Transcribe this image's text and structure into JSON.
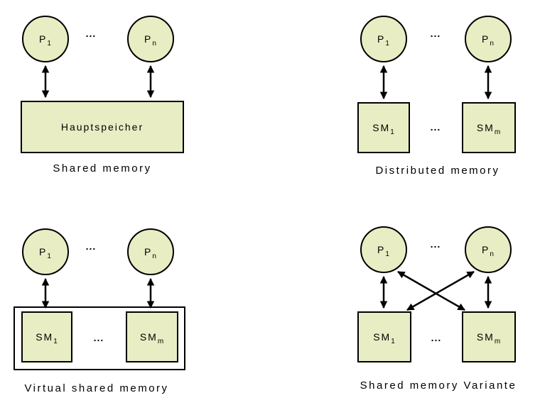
{
  "colors": {
    "node_fill": "#e9edc3",
    "outline": "#000000",
    "background": "#ffffff"
  },
  "panels": {
    "shared_memory": {
      "caption": "Shared memory",
      "p1": {
        "text": "P",
        "sub": "1"
      },
      "pn": {
        "text": "P",
        "sub": "n"
      },
      "dots_processors": "...",
      "memory_label": "Hauptspeicher"
    },
    "distributed_memory": {
      "caption": "Distributed memory",
      "p1": {
        "text": "P",
        "sub": "1"
      },
      "pn": {
        "text": "P",
        "sub": "n"
      },
      "dots_processors": "...",
      "dots_memories": "...",
      "sm1": {
        "text": "SM",
        "sub": "1"
      },
      "smm": {
        "text": "SM",
        "sub": "m"
      }
    },
    "virtual_shared_memory": {
      "caption": "Virtual shared memory",
      "p1": {
        "text": "P",
        "sub": "1"
      },
      "pn": {
        "text": "P",
        "sub": "n"
      },
      "dots_processors": "...",
      "dots_memories": "...",
      "sm1": {
        "text": "SM",
        "sub": "1"
      },
      "smm": {
        "text": "SM",
        "sub": "m"
      }
    },
    "shared_memory_variante": {
      "caption": "Shared memory Variante",
      "p1": {
        "text": "P",
        "sub": "1"
      },
      "pn": {
        "text": "P",
        "sub": "n"
      },
      "dots_processors": "...",
      "dots_memories": "...",
      "sm1": {
        "text": "SM",
        "sub": "1"
      },
      "smm": {
        "text": "SM",
        "sub": "m"
      }
    }
  }
}
